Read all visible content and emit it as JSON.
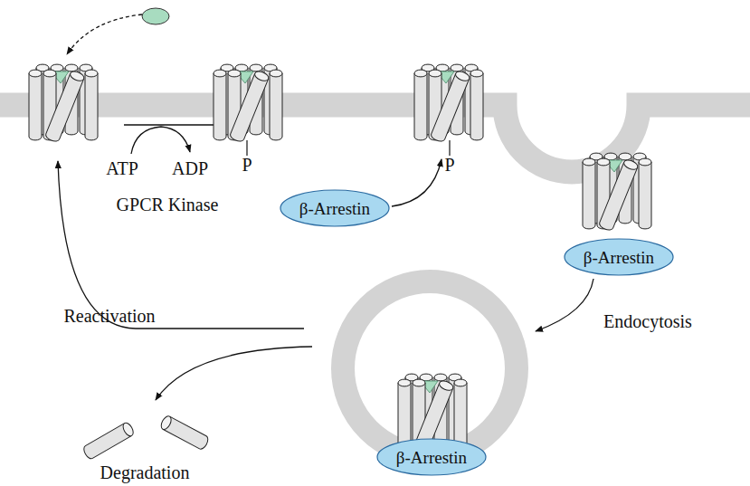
{
  "diagram": {
    "nodes": [
      {
        "text": [
          "β-Arrestin"
        ]
      },
      {
        "text": [
          "β-Arrestin"
        ]
      },
      {
        "text": [
          "β-Arrestin"
        ]
      }
    ],
    "labels": [
      "ATP",
      "ADP",
      "P",
      "GPCR Kinase",
      "P",
      "Reactivation",
      "Endocytosis",
      "Degradation"
    ]
  }
}
